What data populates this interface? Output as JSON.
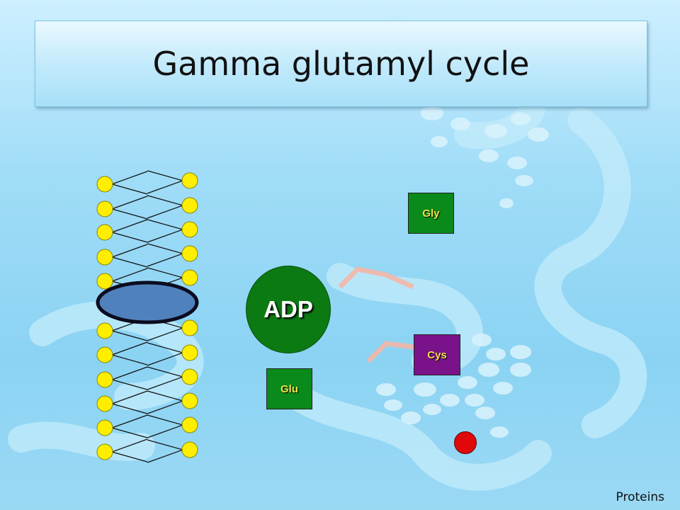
{
  "slide": {
    "title": "Gamma glutamyl cycle",
    "footer": "Proteins"
  },
  "diagram": {
    "carrier_label": "ADP",
    "amino_acids": [
      {
        "key": "gly",
        "label": "Gly",
        "color": "#0a8a1a"
      },
      {
        "key": "cys",
        "label": "Cys",
        "color": "#7a1289"
      },
      {
        "key": "glu",
        "label": "Glu",
        "color": "#0a8a1a"
      }
    ],
    "colors": {
      "lipid_head": "#ffee00",
      "membrane_protein": "#4f81bd",
      "carrier": "#0b7a12",
      "marker": "#e00808"
    }
  }
}
